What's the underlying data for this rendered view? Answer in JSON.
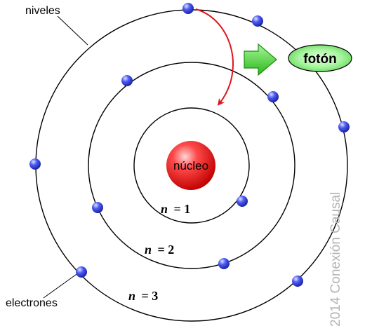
{
  "labels": {
    "levels": "niveles",
    "electrons": "electrones",
    "nucleus": "núcleo",
    "photon": "fotón",
    "n1": "= 1",
    "n2": "= 2",
    "n3": "= 3",
    "n_symbol": "n",
    "watermark": "2014 Conexión Causal"
  },
  "colors": {
    "orbit": "#000000",
    "electron": "#2b36e0",
    "nucleus": "#e81010",
    "transition_arrow": "#e0141e",
    "photon_arrow": "#3ccf2a",
    "photon_glow": "#7ef07a"
  }
}
